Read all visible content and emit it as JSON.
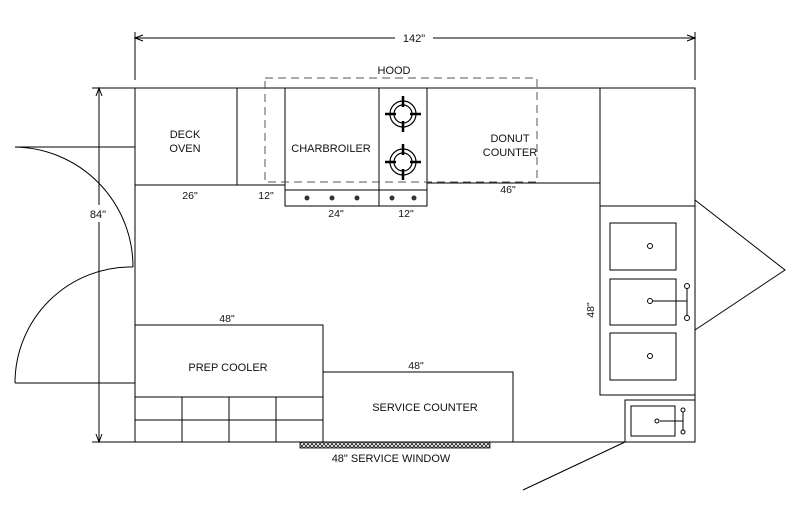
{
  "dimensions": {
    "overall_width": "142\"",
    "overall_depth": "84\"",
    "deck_oven_width": "26\"",
    "gap_width": "12\"",
    "charbroiler_width": "24\"",
    "burner_width": "12\"",
    "donut_counter_width": "46\"",
    "prep_cooler_width": "48\"",
    "service_counter_width": "48\"",
    "sink_bank_length": "48\""
  },
  "labels": {
    "hood": "HOOD",
    "deck_oven_line1": "DECK",
    "deck_oven_line2": "OVEN",
    "charbroiler": "CHARBROILER",
    "donut_counter_line1": "DONUT",
    "donut_counter_line2": "COUNTER",
    "prep_cooler": "PREP COOLER",
    "service_counter": "SERVICE COUNTER",
    "service_window": "48\" SERVICE WINDOW"
  },
  "colors": {
    "line": "#000000",
    "hood_dash": "#555555",
    "background": "#ffffff"
  }
}
